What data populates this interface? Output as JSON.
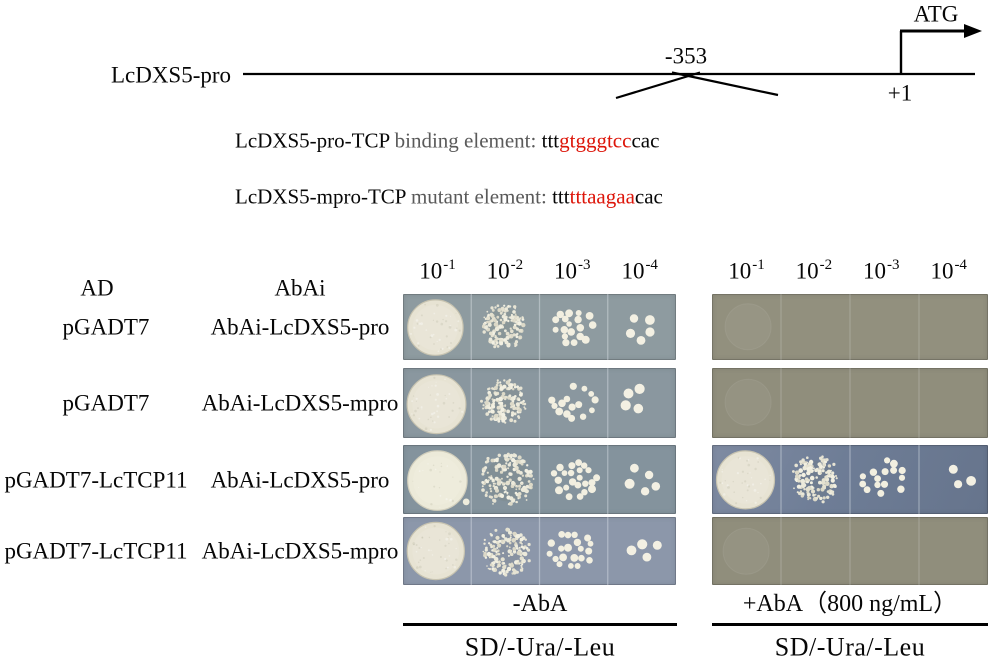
{
  "diagram": {
    "promoter_name": "LcDXS5-pro",
    "site_position": "-353",
    "atg": "ATG",
    "tss": "+1"
  },
  "elements": [
    {
      "name": "LcDXS5-pro-TCP ",
      "desc": "binding element: ",
      "seq_pre": "ttt",
      "seq_red": "gtgggtcc",
      "seq_post": "cac"
    },
    {
      "name": "LcDXS5-mpro-TCP ",
      "desc": "mutant element: ",
      "seq_pre": "ttt",
      "seq_red": "tttaagaa",
      "seq_post": "cac"
    }
  ],
  "assay": {
    "col_headers": {
      "ad": "AD",
      "abai": "AbAi"
    },
    "dilutions": [
      {
        "base": "10",
        "exp": "-1"
      },
      {
        "base": "10",
        "exp": "-2"
      },
      {
        "base": "10",
        "exp": "-3"
      },
      {
        "base": "10",
        "exp": "-4"
      }
    ],
    "rows": [
      {
        "ad": "pGADT7",
        "abai": "AbAi-LcDXS5-pro",
        "left": [
          "lawn",
          "dense:21",
          "scatter:18",
          "few:5"
        ],
        "right": [
          "ghost",
          "none",
          "none",
          "none"
        ]
      },
      {
        "ad": "pGADT7",
        "abai": "AbAi-LcDXS5-mpro",
        "left": [
          "lawn",
          "dense:21",
          "scatter:15",
          "few:4"
        ],
        "right": [
          "ghost",
          "none",
          "none",
          "none"
        ]
      },
      {
        "ad": "pGADT7-LcTCP11",
        "abai": "AbAi-LcDXS5-pro",
        "left": [
          "lawn2",
          "dense:26",
          "scatter:22",
          "few:6"
        ],
        "right": [
          "lawn",
          "dense:22",
          "scatter:15",
          "few:3"
        ]
      },
      {
        "ad": "pGADT7-LcTCP11",
        "abai": "AbAi-LcDXS5-mpro",
        "left": [
          "lawn",
          "dense:23",
          "scatter:20",
          "few:4"
        ],
        "right": [
          "ghost",
          "none",
          "none",
          "none"
        ]
      }
    ],
    "plate_colors": {
      "left": [
        "#8e9ba0",
        "#8a979f",
        "#84939d",
        "#8c97aa"
      ],
      "right": [
        "#92907e",
        "#908e7c",
        "#6e7d96",
        "#908e7c"
      ]
    },
    "left_panel": {
      "condition": "-AbA",
      "medium": "SD/-Ura/-Leu"
    },
    "right_panel": {
      "condition": "+AbA（800 ng/mL）",
      "medium": "SD/-Ura/-Leu"
    }
  }
}
